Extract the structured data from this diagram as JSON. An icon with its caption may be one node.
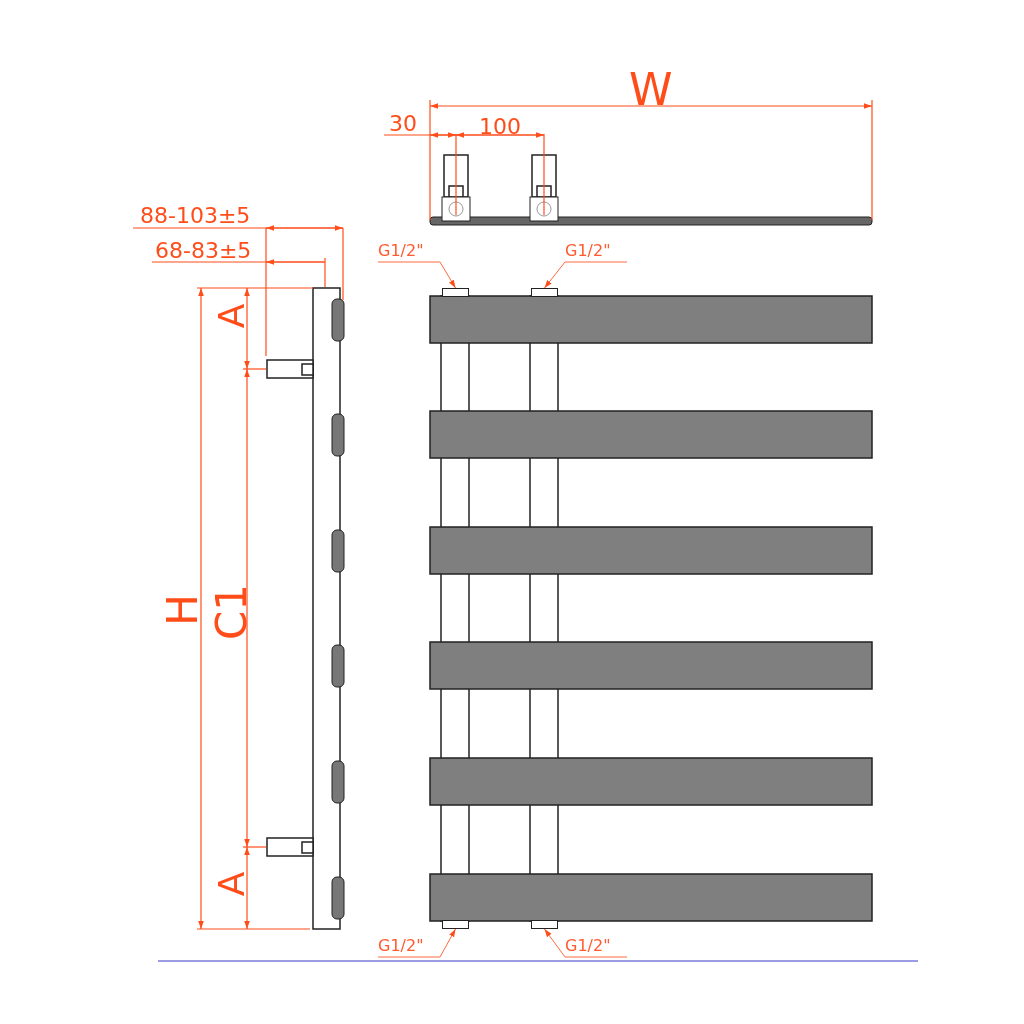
{
  "diagram": {
    "nodes": [
      {
        "text": [
          "G1/2\""
        ]
      },
      {
        "text": [
          "G1/2\""
        ]
      },
      {
        "text": [],
        "shape": "box"
      },
      {
        "text": [],
        "shape": "box"
      },
      {
        "text": [],
        "shape": "box"
      },
      {
        "text": [],
        "shape": "box"
      },
      {
        "text": [
          "G1/2\""
        ]
      },
      {
        "text": [
          "G1/2\""
        ]
      }
    ],
    "edges": [
      {
        "from": 0,
        "to": 2,
        "arrow": "to"
      },
      {
        "from": 1,
        "to": 3,
        "arrow": "to"
      },
      {
        "from": 6,
        "to": 4,
        "arrow": "to"
      },
      {
        "from": 7,
        "to": 5,
        "arrow": "to"
      }
    ],
    "labels": [
      "W",
      "30",
      "100",
      "88-103±5",
      "68-83±5",
      "A",
      "H",
      "C1",
      "A"
    ]
  }
}
